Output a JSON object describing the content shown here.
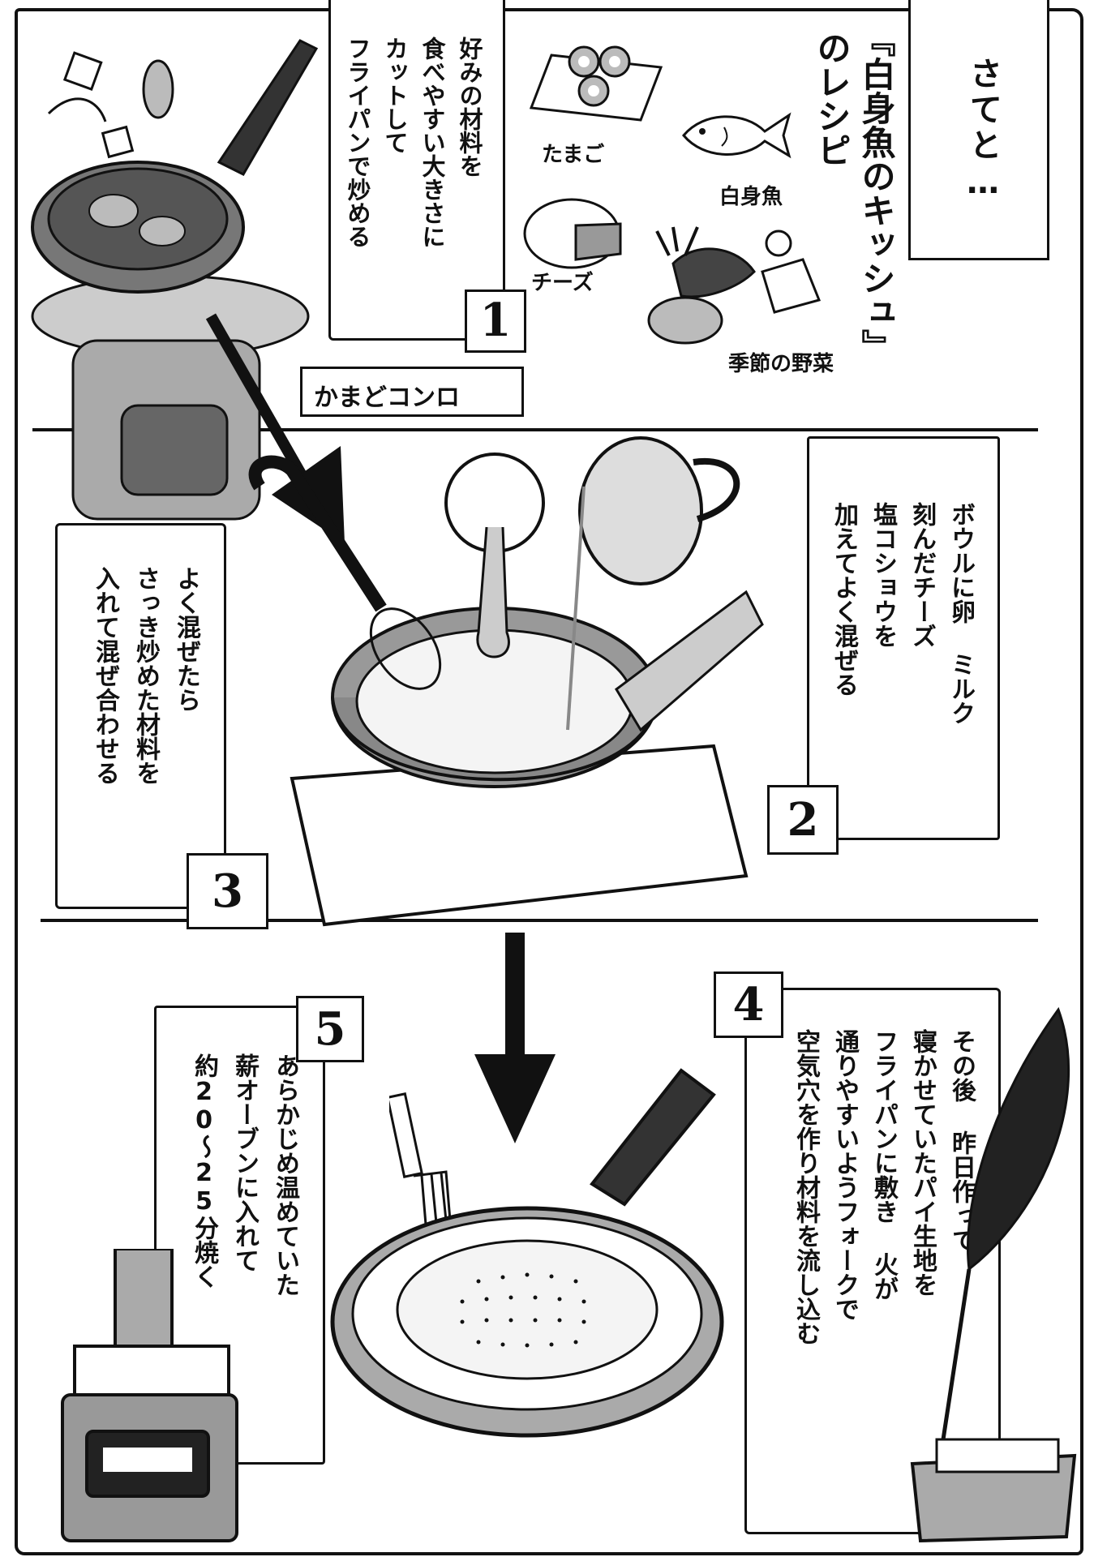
{
  "title": {
    "intro": "さてと…",
    "recipe_title": "『白身魚のキッシュ』",
    "recipe_suffix": "のレシピ"
  },
  "ingredients": [
    {
      "name": "たまご",
      "icon": "eggs-icon"
    },
    {
      "name": "白身魚",
      "icon": "fish-icon"
    },
    {
      "name": "チーズ",
      "icon": "cheese-icon"
    },
    {
      "name": "季節の野菜",
      "icon": "vegetables-icon"
    }
  ],
  "stove_label": "かまどコンロ",
  "steps": [
    {
      "number": "1",
      "lines": [
        "好みの材料を",
        "食べやすい大きさに",
        "カットして",
        "フライパンで炒める"
      ]
    },
    {
      "number": "2",
      "lines": [
        "ボウルに卵 ミルク",
        "刻んだチーズ",
        "塩コショウを",
        "加えてよく混ぜる"
      ]
    },
    {
      "number": "3",
      "lines": [
        "よく混ぜたら",
        "さっき炒めた材料を",
        "入れて混ぜ合わせる"
      ]
    },
    {
      "number": "4",
      "lines": [
        "その後 昨日作って",
        "寝かせていたパイ生地を",
        "フライパンに敷き 火が",
        "通りやすいようフォークで",
        "空気穴を作り材料を流し込む"
      ]
    },
    {
      "number": "5",
      "lines": [
        "あらかじめ温めていた",
        "薪オーブンに入れて",
        "約20～25分焼く"
      ]
    }
  ]
}
